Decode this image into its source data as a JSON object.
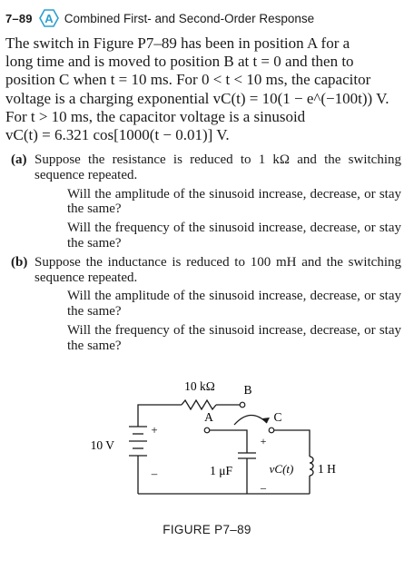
{
  "header": {
    "problem_number": "7–89",
    "badge_letter": "A",
    "title": "Combined First- and Second-Order Response"
  },
  "intro": {
    "line1": "The switch in Figure P7–89 has been in position A for a",
    "line2": "long time and is moved to position B at t = 0 and then to",
    "line3": "position C when t = 10 ms. For 0 < t < 10 ms, the capacitor",
    "line4": "voltage is a charging exponential vC(t) = 10(1 − e^(−100t)) V.",
    "line5": "For  t > 10 ms,  the  capacitor  voltage  is  a  sinusoid",
    "line6": "vC(t) = 6.321 cos[1000(t − 0.01)] V."
  },
  "parts": {
    "a": {
      "label": "(a)",
      "text": "Suppose the resistance is reduced to 1 kΩ and the switching sequence repeated.",
      "q1": "Will the amplitude of the sinusoid increase, decrease, or stay the same?",
      "q2": "Will the frequency of the sinusoid increase, decrease, or stay the same?"
    },
    "b": {
      "label": "(b)",
      "text": "Suppose the inductance is reduced to 100 mH and the switching sequence repeated.",
      "q1": "Will the amplitude of the sinusoid increase, decrease, or stay the same?",
      "q2": "Will the frequency of the sinusoid increase, decrease, or stay the same?"
    }
  },
  "circuit": {
    "resistor_label": "10 kΩ",
    "source_label": "10 V",
    "capacitor_label": "1 μF",
    "inductor_label": "1 H",
    "voltage_label": "vC(t)",
    "node_a": "A",
    "node_b": "B",
    "node_c": "C",
    "plus": "+",
    "minus": "–"
  },
  "caption": "FIGURE P7–89",
  "colors": {
    "badge": "#2a9fd0",
    "text": "#1a1a1a"
  }
}
